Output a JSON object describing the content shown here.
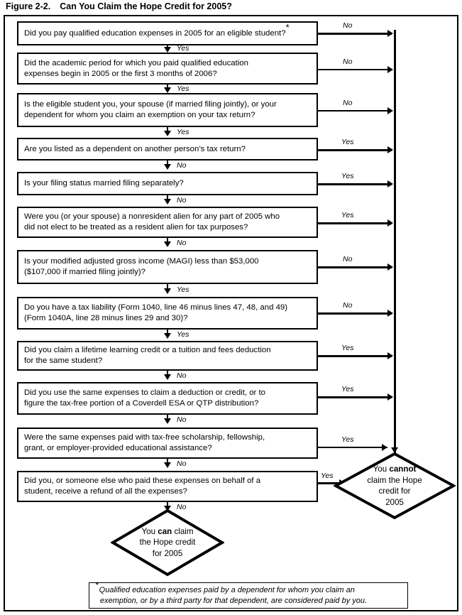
{
  "caption": {
    "figure_number": "Figure 2-2.",
    "title": "Can You Claim the Hope Credit for 2005?"
  },
  "boxes": [
    {
      "id": "q1",
      "lines": [
        "Did you pay qualified education expenses in 2005 for an eligible student?"
      ],
      "has_footnote_marker": true,
      "yes_label": "Yes",
      "no_label": "No",
      "side_label": "No"
    },
    {
      "id": "q2",
      "lines": [
        "Did the academic period for which you paid qualified education",
        "expenses begin in 2005 or the first 3 months of 2006?"
      ],
      "has_footnote_marker": false,
      "side_label": "No"
    },
    {
      "id": "q3",
      "lines": [
        "Is the eligible student you, your spouse (if married filing jointly), or your",
        "dependent for whom you claim an exemption on your tax return?"
      ],
      "has_footnote_marker": false,
      "side_label": "No"
    },
    {
      "id": "q4",
      "lines": [
        "Are you listed as a dependent on another person’s tax return?"
      ],
      "has_footnote_marker": false,
      "side_label": "Yes"
    },
    {
      "id": "q5",
      "lines": [
        "Is your filing status married filing separately?"
      ],
      "has_footnote_marker": false,
      "side_label": "Yes"
    },
    {
      "id": "q6",
      "lines": [
        "Were you (or your spouse) a nonresident alien for any part of 2005 who",
        "did not elect to be treated as a resident alien for tax purposes?"
      ],
      "has_footnote_marker": false,
      "side_label": "Yes"
    },
    {
      "id": "q7",
      "lines": [
        "Is your modified adjusted gross income (MAGI) less than $53,000",
        "($107,000 if married filing jointly)?"
      ],
      "has_footnote_marker": false,
      "side_label": "No"
    },
    {
      "id": "q8",
      "lines": [
        "Do you have a tax liability (Form 1040, line 46 minus lines 47, 48, and 49)",
        "(Form 1040A, line 28 minus lines 29 and 30)?"
      ],
      "has_footnote_marker": false,
      "side_label": "No"
    },
    {
      "id": "q9",
      "lines": [
        "Did you claim a lifetime learning credit or a tuition and fees deduction",
        "for the same student?"
      ],
      "has_footnote_marker": false,
      "side_label": "Yes"
    },
    {
      "id": "q10",
      "lines": [
        "Did you use the same expenses to claim a deduction or credit, or to",
        "figure the tax-free portion of a Coverdell ESA or QTP distribution?"
      ],
      "has_footnote_marker": false,
      "side_label": "Yes"
    },
    {
      "id": "q11",
      "lines": [
        "Were the same expenses paid with tax-free scholarship, fellowship,",
        "grant, or employer-provided educational assistance?"
      ],
      "has_footnote_marker": false,
      "side_label": "Yes"
    },
    {
      "id": "q12",
      "lines": [
        "Did you, or someone else who paid these expenses on behalf of a",
        "student, receive a refund of all the expenses?"
      ],
      "has_footnote_marker": false,
      "side_label": "Yes"
    }
  ],
  "down_labels": [
    "Yes",
    "Yes",
    "Yes",
    "No",
    "No",
    "No",
    "Yes",
    "Yes",
    "No",
    "No",
    "No",
    "No"
  ],
  "outcomes": {
    "can": {
      "line1_pre": "You ",
      "line1_bold": "can",
      "line1_post": " claim",
      "line2": "the Hope credit",
      "line3": "for 2005"
    },
    "cannot": {
      "line1_pre": "You ",
      "line1_bold": "cannot",
      "line1_post": "",
      "line2": "claim the Hope",
      "line3": "credit for",
      "line4": "2005"
    }
  },
  "footnote": {
    "marker": "*",
    "line1": "Qualified education expenses paid by a dependent for whom you claim an",
    "line2": "exemption, or by a third party for that dependent, are considered paid by you."
  },
  "colors": {
    "ink": "#000000",
    "paper": "#ffffff"
  }
}
